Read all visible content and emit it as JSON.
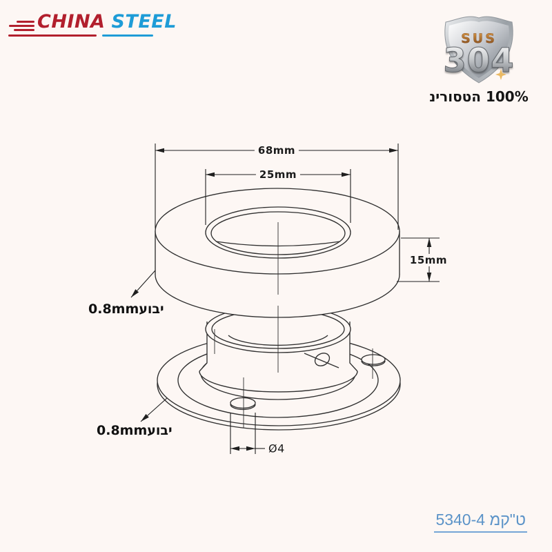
{
  "logo": {
    "china": "CHINA",
    "steel": "STEEL",
    "china_color": "#b21f2d",
    "steel_color": "#1e9cd7"
  },
  "badge": {
    "sus": "SUS",
    "grade": "304",
    "caption": "נירוסטה 100%"
  },
  "drawing": {
    "line_color": "#2f2f2f",
    "dims": {
      "outer_diameter": "68mm",
      "inner_diameter": "25mm",
      "height": "15mm",
      "hole_diameter": "Ø4",
      "thickness_top": "0.8mmעובי",
      "thickness_bottom": "0.8mmעובי"
    }
  },
  "footer": {
    "catalog": "5340-4 מק\"ט",
    "catalog_color": "#5b93c8"
  }
}
